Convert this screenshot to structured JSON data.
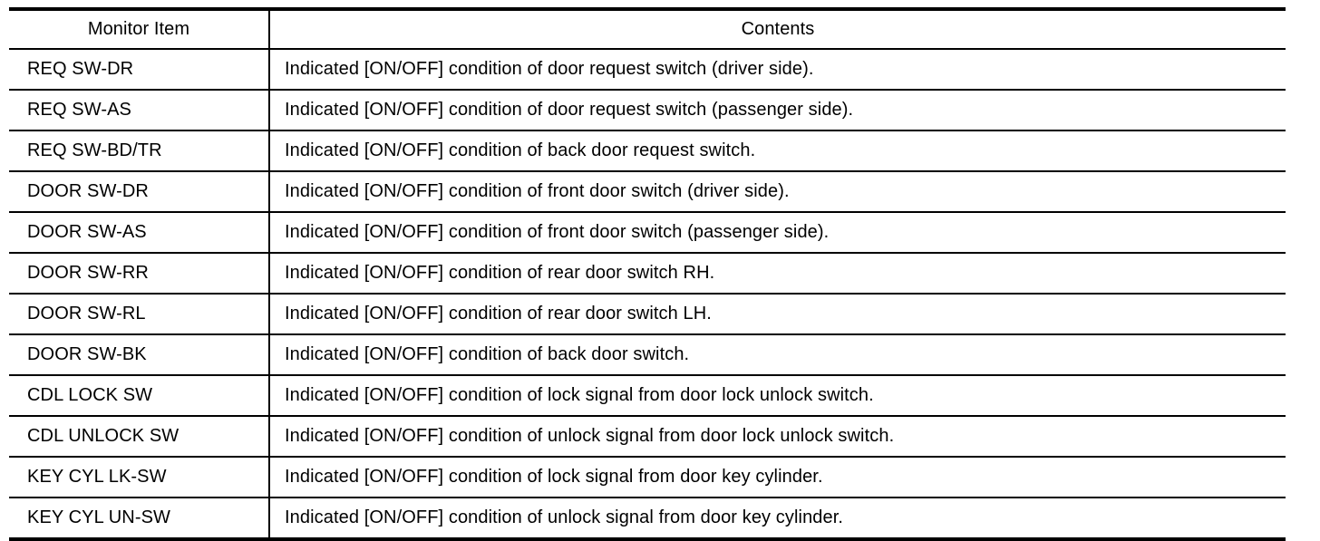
{
  "table": {
    "columns": [
      {
        "key": "monitor_item",
        "label": "Monitor Item"
      },
      {
        "key": "contents",
        "label": "Contents"
      }
    ],
    "rows": [
      {
        "monitor_item": "REQ SW-DR",
        "contents": "Indicated [ON/OFF] condition of door request switch (driver side)."
      },
      {
        "monitor_item": "REQ SW-AS",
        "contents": "Indicated [ON/OFF] condition of door request switch (passenger side)."
      },
      {
        "monitor_item": "REQ SW-BD/TR",
        "contents": "Indicated [ON/OFF] condition of back door request switch."
      },
      {
        "monitor_item": "DOOR SW-DR",
        "contents": "Indicated [ON/OFF] condition of front door switch (driver side)."
      },
      {
        "monitor_item": "DOOR SW-AS",
        "contents": "Indicated [ON/OFF] condition of front door switch (passenger side)."
      },
      {
        "monitor_item": "DOOR SW-RR",
        "contents": "Indicated [ON/OFF] condition of rear door switch RH."
      },
      {
        "monitor_item": "DOOR SW-RL",
        "contents": "Indicated [ON/OFF] condition of rear door switch LH."
      },
      {
        "monitor_item": "DOOR SW-BK",
        "contents": "Indicated [ON/OFF] condition of back door switch."
      },
      {
        "monitor_item": "CDL LOCK SW",
        "contents": "Indicated [ON/OFF] condition of lock signal from door lock unlock switch."
      },
      {
        "monitor_item": "CDL UNLOCK SW",
        "contents": "Indicated [ON/OFF] condition of unlock signal from door lock unlock switch."
      },
      {
        "monitor_item": "KEY CYL LK-SW",
        "contents": "Indicated [ON/OFF] condition of lock signal from door key cylinder."
      },
      {
        "monitor_item": "KEY CYL UN-SW",
        "contents": "Indicated [ON/OFF] condition of unlock signal from door key cylinder."
      }
    ]
  },
  "colors": {
    "rule": "#000000",
    "text": "#000000",
    "background": "#ffffff"
  }
}
